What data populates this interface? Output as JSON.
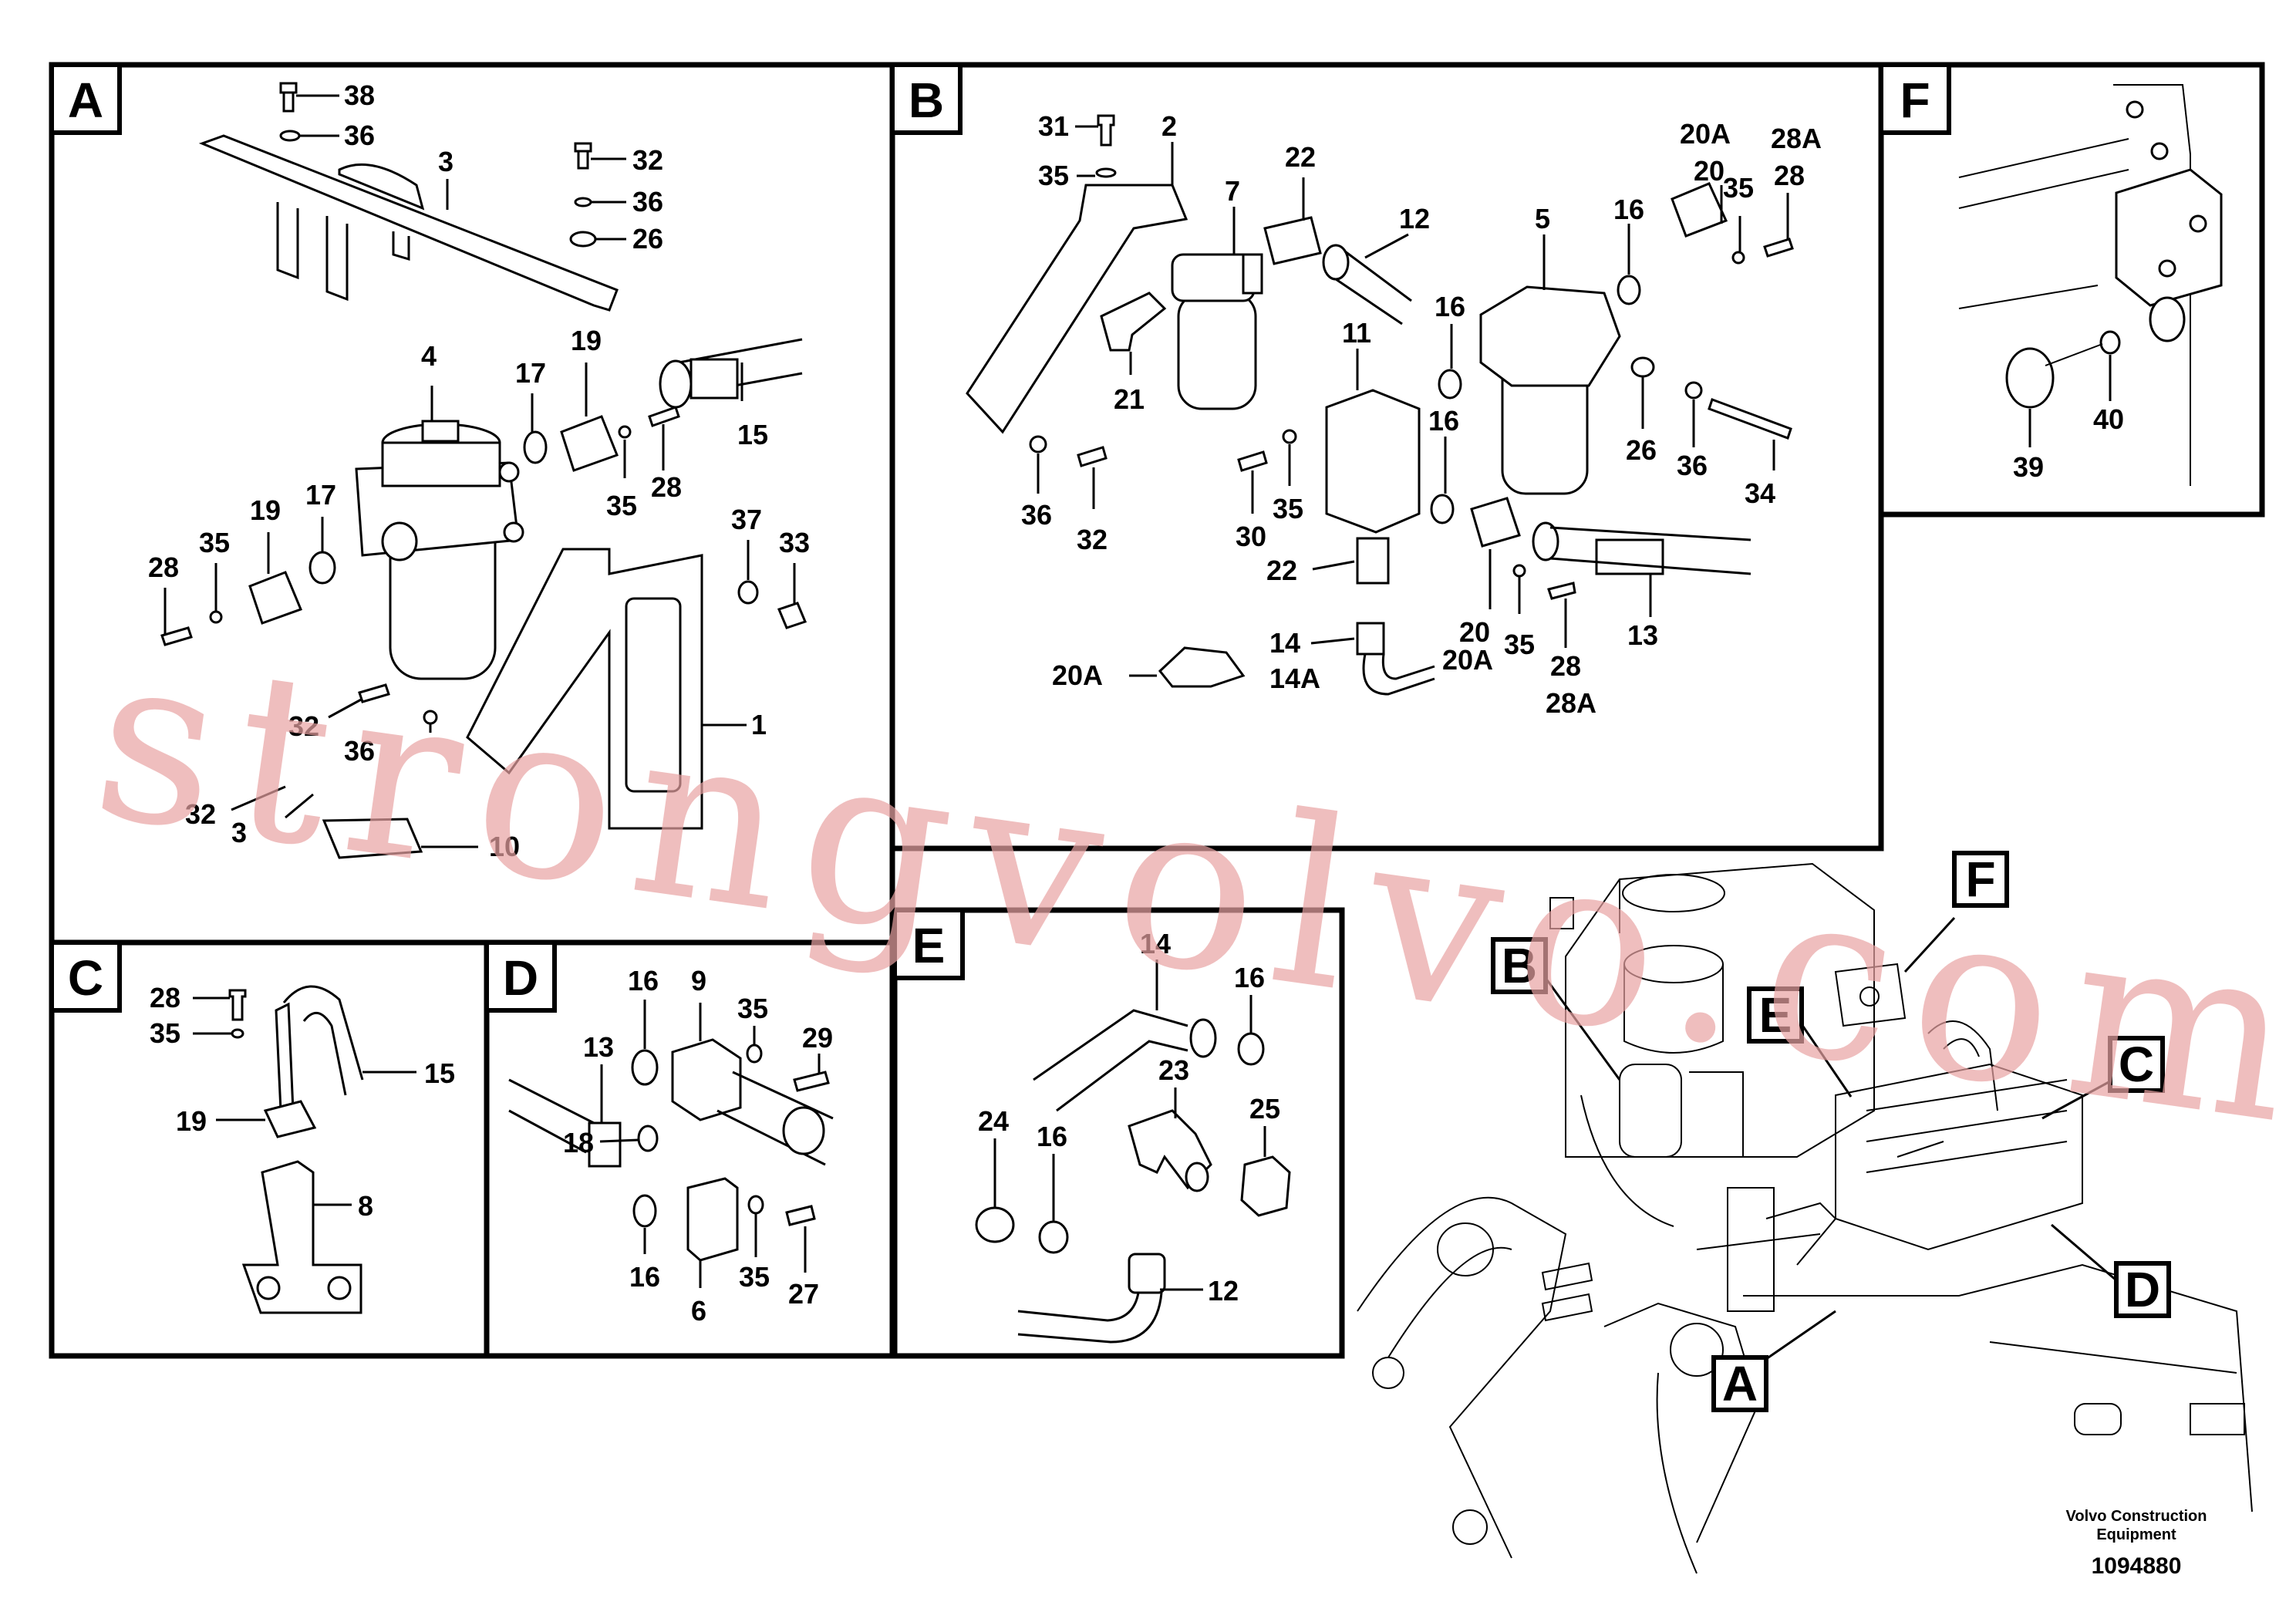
{
  "colors": {
    "line": "#000000",
    "background": "#ffffff",
    "watermark": "#e8a3a3"
  },
  "panels": [
    {
      "letter": "A",
      "callouts": [
        "38",
        "36",
        "3",
        "32",
        "36",
        "26",
        "4",
        "17",
        "19",
        "15",
        "28",
        "35",
        "19",
        "17",
        "35",
        "28",
        "37",
        "33",
        "32",
        "36",
        "1",
        "32",
        "3",
        "10"
      ]
    },
    {
      "letter": "B",
      "callouts": [
        "31",
        "2",
        "35",
        "7",
        "22",
        "12",
        "20A",
        "20",
        "28A",
        "28",
        "35",
        "16",
        "5",
        "16",
        "21",
        "11",
        "16",
        "26",
        "36",
        "34",
        "36",
        "32",
        "30",
        "35",
        "22",
        "20",
        "35",
        "28",
        "28A",
        "20A",
        "14",
        "14A",
        "20A",
        "13"
      ]
    },
    {
      "letter": "F",
      "callouts": [
        "39",
        "40"
      ]
    },
    {
      "letter": "C",
      "callouts": [
        "28",
        "35",
        "15",
        "19",
        "8"
      ]
    },
    {
      "letter": "D",
      "callouts": [
        "16",
        "9",
        "35",
        "29",
        "13",
        "18",
        "16",
        "6",
        "35",
        "27"
      ]
    },
    {
      "letter": "E",
      "callouts": [
        "14",
        "16",
        "23",
        "24",
        "16",
        "25",
        "12"
      ]
    }
  ],
  "overview_labels": [
    "B",
    "E",
    "F",
    "C",
    "D",
    "A"
  ],
  "footer": {
    "company_line1": "Volvo Construction",
    "company_line2": "Equipment",
    "drawing_number": "1094880"
  },
  "watermark": {
    "text": "strongvolvo.com"
  }
}
